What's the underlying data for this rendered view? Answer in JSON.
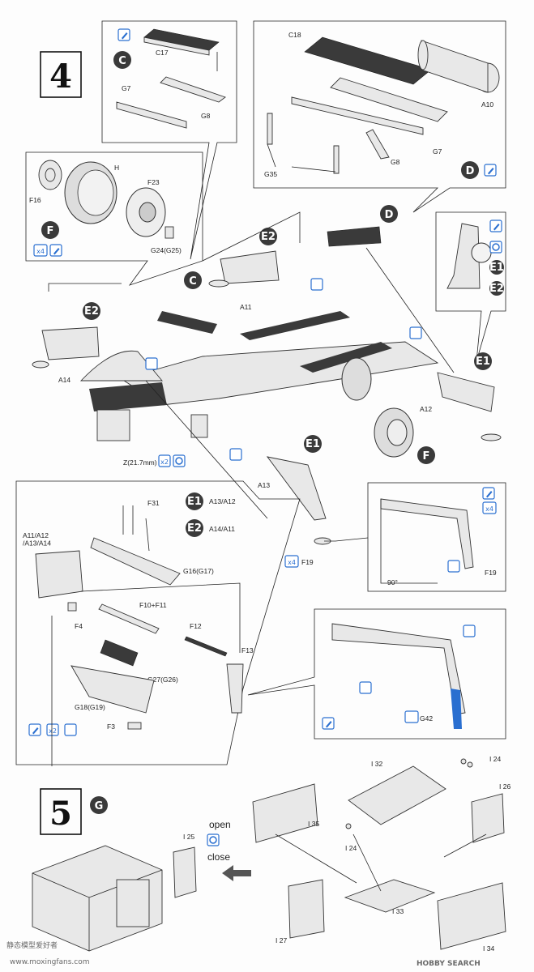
{
  "steps": {
    "step4": "4",
    "step5": "5"
  },
  "assemblies": {
    "C": "C",
    "D": "D",
    "F": "F",
    "E1": "E1",
    "E2": "E2",
    "G": "G"
  },
  "qty": {
    "x4": "x4",
    "x2": "x2"
  },
  "labels": {
    "c17": "C17",
    "g7": "G7",
    "g8": "G8",
    "c18": "C18",
    "a10": "A10",
    "g7b": "G7",
    "g8b": "G8",
    "g35": "G35",
    "h": "H",
    "f23": "F23",
    "f16": "F16",
    "g24": "G24(G25)",
    "a11": "A11",
    "a14": "A14",
    "a12": "A12",
    "a13": "A13",
    "z": "Z(21.7mm)",
    "f31": "F31",
    "e1_map": "A13/A12",
    "e2_map": "A14/A11",
    "a_group": "A11/A12\n/A13/A14",
    "g16": "G16(G17)",
    "f10": "F10+F11",
    "f4": "F4",
    "f12": "F12",
    "f13": "F13",
    "g27": "G27(G26)",
    "g18": "G18(G19)",
    "f3": "F3",
    "f19": "F19",
    "f19b": "F19",
    "angle": "90°",
    "g42": "G42",
    "i32": "I 32",
    "i24a": "I 24",
    "i24b": "I 24",
    "i26": "I 26",
    "i35": "I 35",
    "i25": "I 25",
    "i33": "I 33",
    "i27": "I 27",
    "i34": "I 34"
  },
  "hinge": {
    "open": "open",
    "close": "close"
  },
  "watermark": {
    "left": "静态模型爱好者",
    "url": "www.moxingfans.com",
    "brand": "HOBBY SEARCH"
  }
}
